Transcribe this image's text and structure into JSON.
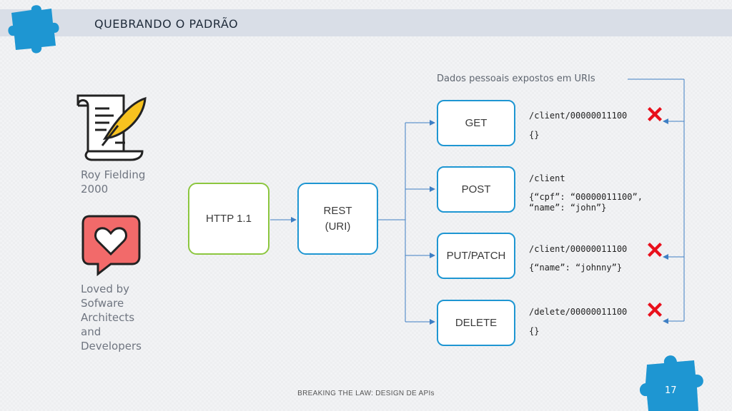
{
  "header": {
    "title": "QUEBRANDO O PADRÃO"
  },
  "sidebar": {
    "author_label": "Roy Fielding\n2000",
    "author_lines": [
      "Roy Fielding",
      "2000"
    ],
    "loved_lines": [
      "Loved by",
      "Sofware",
      "Architects",
      "and",
      "Developers"
    ]
  },
  "diagram": {
    "protocol": "HTTP 1.1",
    "rest_lines": [
      "REST",
      "(URI)"
    ],
    "annotation": "Dados pessoais expostos em URIs",
    "methods": [
      {
        "label": "GET",
        "uri": "/client/00000011100",
        "body": [
          "{}"
        ],
        "exposed": true
      },
      {
        "label": "POST",
        "uri": "/client",
        "body": [
          "{“cpf”: “00000011100”,",
          "“name”: “john”}"
        ],
        "exposed": false
      },
      {
        "label": "PUT/PATCH",
        "uri": "/client/00000011100",
        "body": [
          "{“name”: “johnny”}"
        ],
        "exposed": true
      },
      {
        "label": "DELETE",
        "uri": "/delete/00000011100",
        "body": [
          "{}"
        ],
        "exposed": true
      }
    ]
  },
  "footer": {
    "text": "BREAKING THE LAW: DESIGN DE APIs",
    "page_number": "17"
  },
  "colors": {
    "accent_blue": "#1e96d2",
    "green_border": "#8cc63f",
    "error_red": "#e8101c",
    "header_bg": "#d9dee7"
  },
  "icons": [
    "puzzle-icon",
    "scroll-quill-icon",
    "heart-chat-icon",
    "red-x-icon"
  ]
}
